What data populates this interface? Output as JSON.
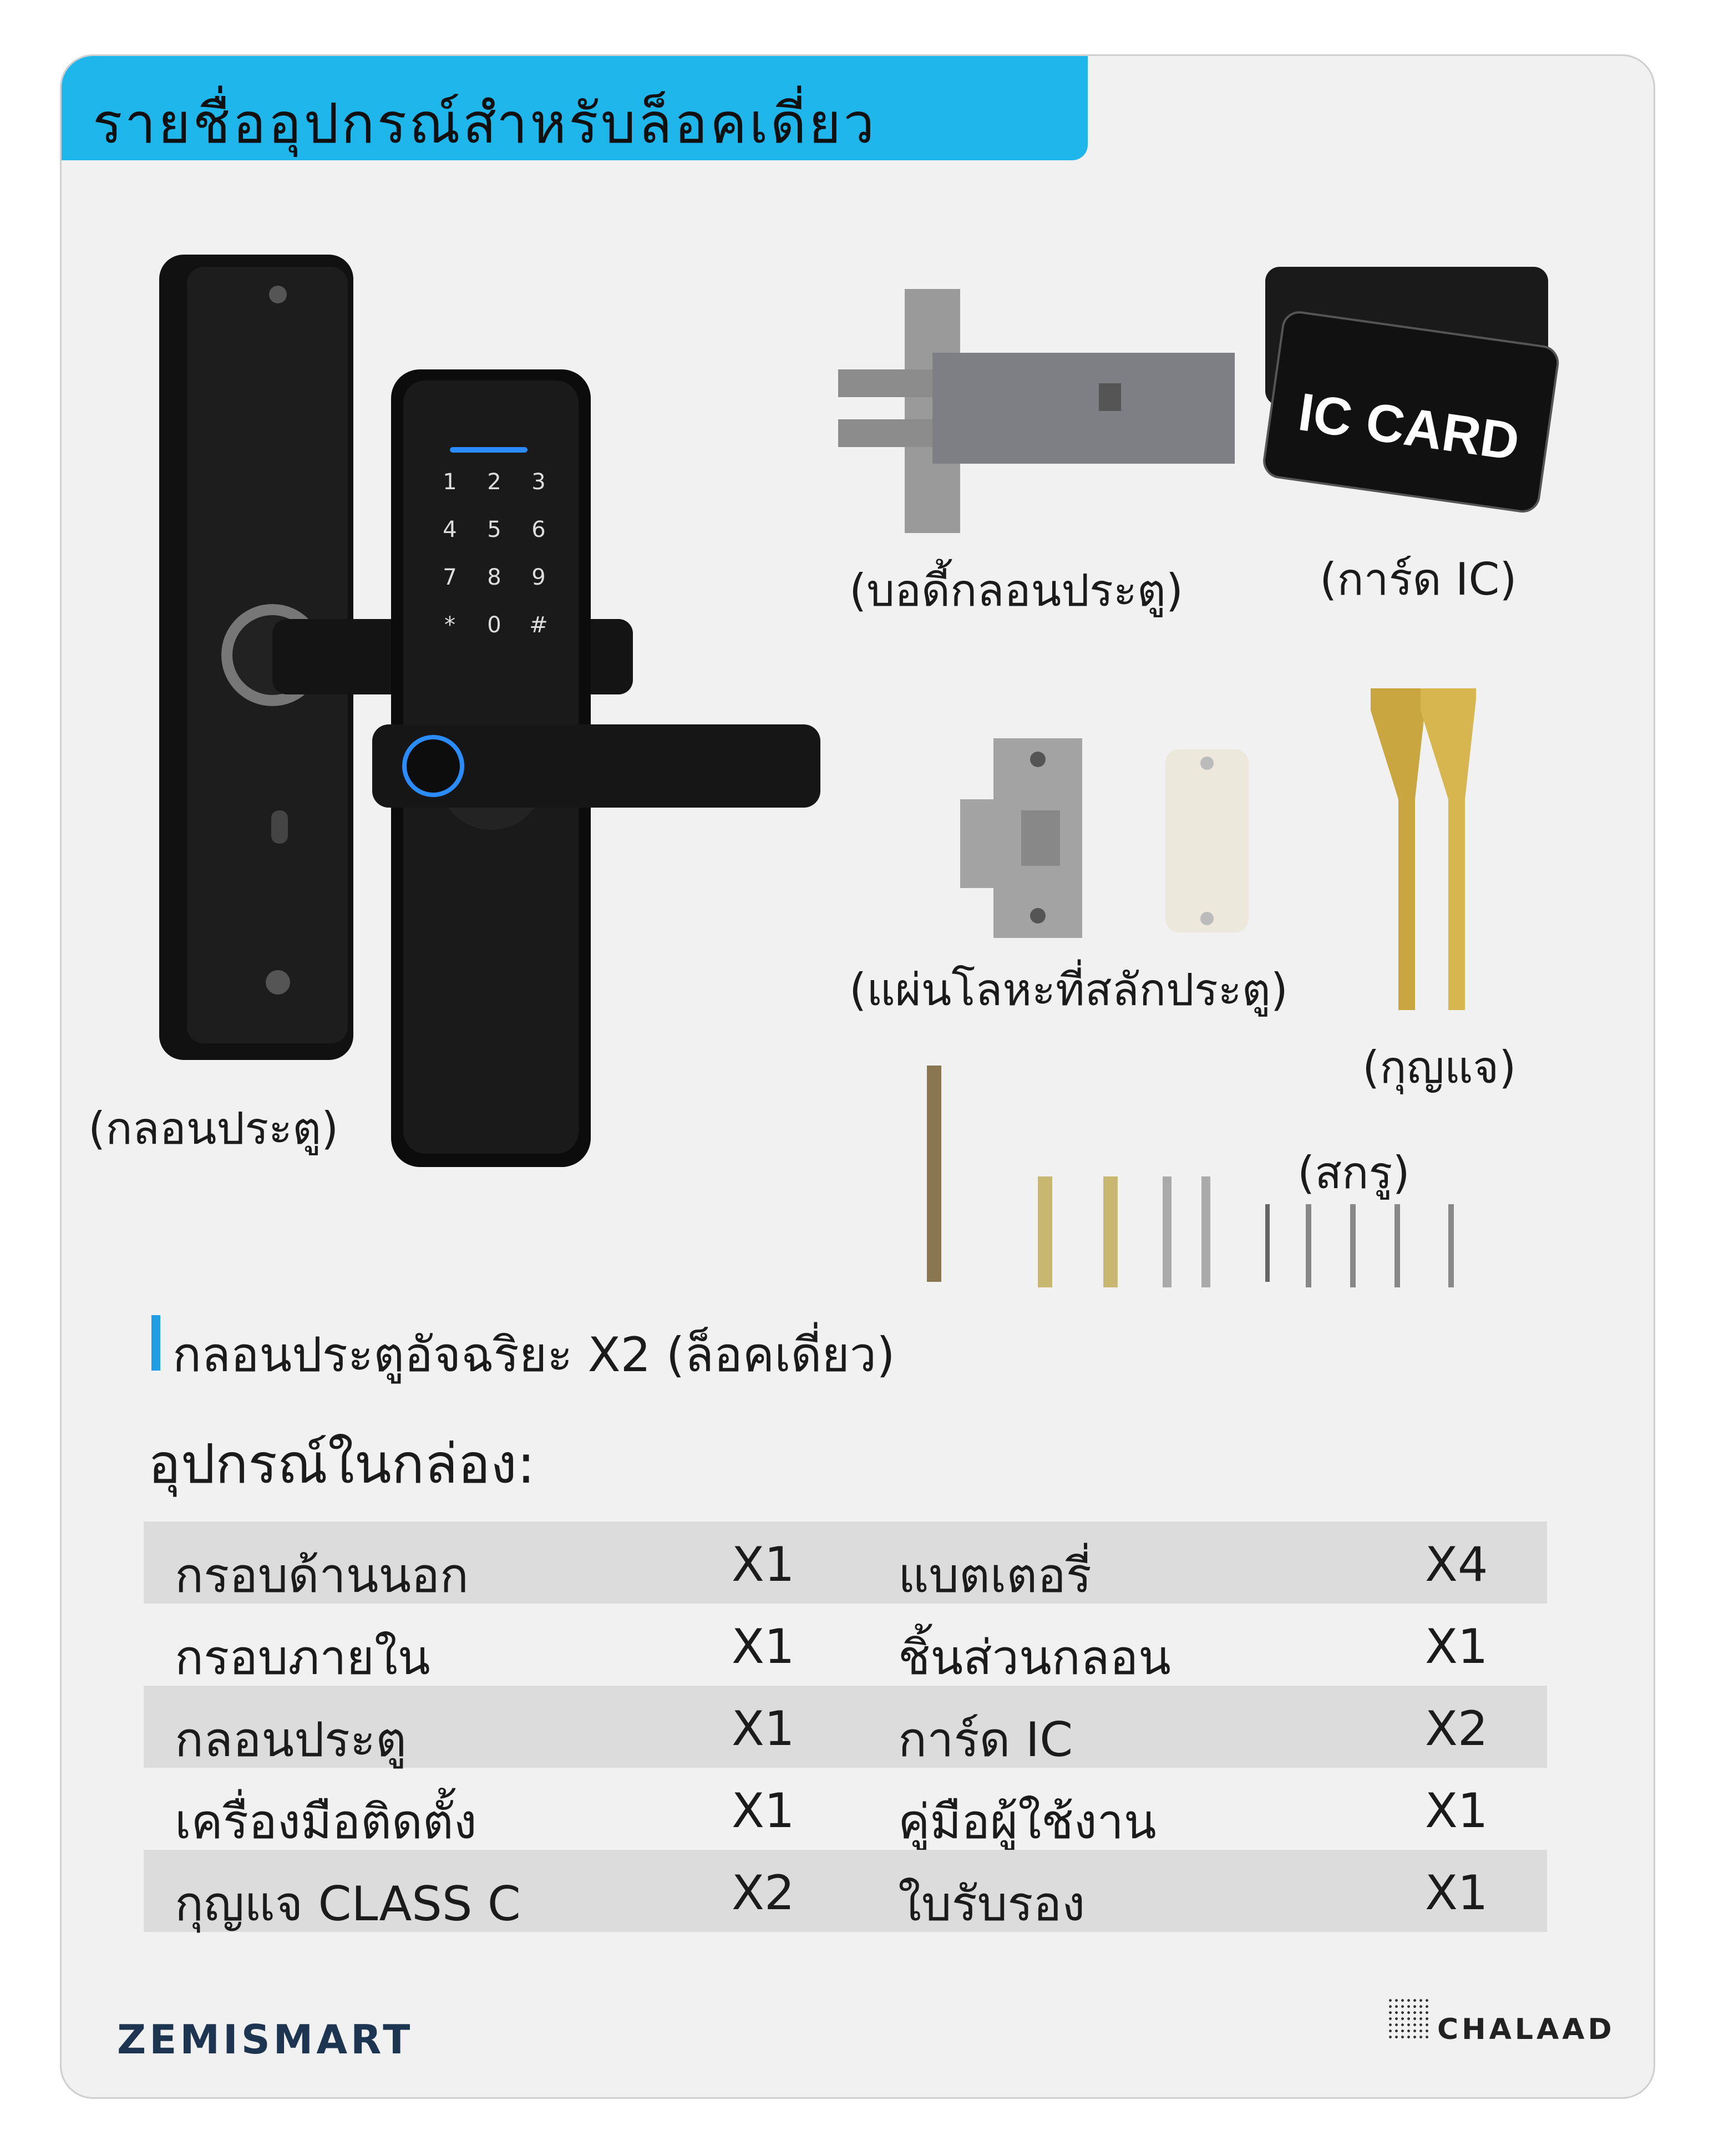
{
  "header": {
    "title": "รายชื่ออุปกรณ์สำหรับล็อคเดี่ยว"
  },
  "items": {
    "lock_body_label": "(บอดี้กลอนประตู)",
    "ic_card_label": "(การ์ด IC)",
    "ic_card_text": "IC CARD",
    "strike_plate_label": "(แผ่นโลหะที่สลักประตู)",
    "key_label": "(กุญแจ)",
    "screws_label": "(สกรู)",
    "handle_label": "(กลอนประตู)"
  },
  "keypad": [
    "1",
    "2",
    "3",
    "4",
    "5",
    "6",
    "7",
    "8",
    "9",
    "*",
    "0",
    "#"
  ],
  "section": {
    "title": "กลอนประตูอัจฉริยะ X2 (ล็อคเดี่ยว)"
  },
  "box": {
    "title": "อุปกรณ์ในกล่อง:"
  },
  "table": [
    {
      "name1": "กรอบด้านนอก",
      "qty1": "X1",
      "name2": "แบตเตอรี่",
      "qty2": "X4"
    },
    {
      "name1": "กรอบภายใน",
      "qty1": "X1",
      "name2": "ชิ้นส่วนกลอน",
      "qty2": "X1"
    },
    {
      "name1": "กลอนประตู",
      "qty1": "X1",
      "name2": "การ์ด IC",
      "qty2": "X2"
    },
    {
      "name1": "เครื่องมือติดตั้ง",
      "qty1": "X1",
      "name2": "คู่มือผู้ใช้งาน",
      "qty2": "X1"
    },
    {
      "name1": "กุญแจ CLASS C",
      "qty1": "X2",
      "name2": "ใบรับรอง",
      "qty2": "X1"
    }
  ],
  "footer": {
    "brand": "ZEMISMART",
    "partner": "CHALAAD"
  },
  "colors": {
    "accent": "#1fb6ec",
    "lock_black": "#141414",
    "brass": "#c9a640"
  }
}
